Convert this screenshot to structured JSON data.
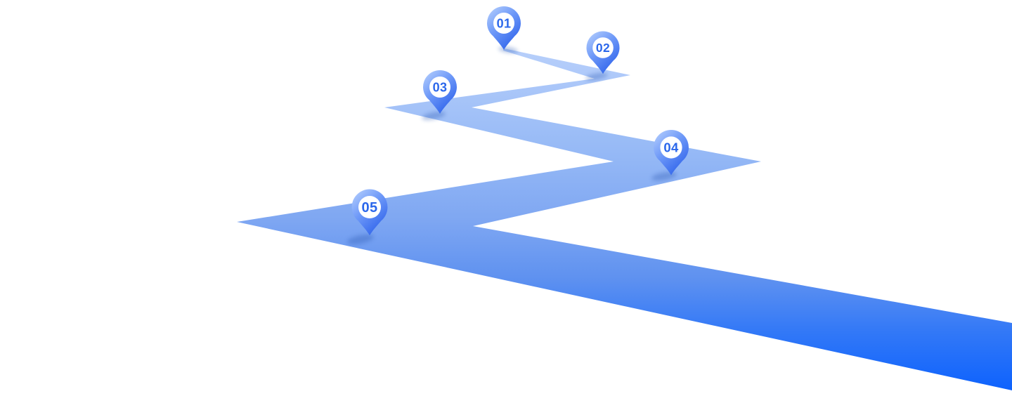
{
  "figure": {
    "type": "zigzag-roadmap",
    "milestones": [
      {
        "label": "01"
      },
      {
        "label": "02"
      },
      {
        "label": "03"
      },
      {
        "label": "04"
      },
      {
        "label": "05"
      }
    ],
    "colors": {
      "background": "#ffffff",
      "road_gradient": [
        "#BAD1FB",
        "#ABC7F9",
        "#97BAF6",
        "#7FA7F2",
        "#5E91F0",
        "#3278F7",
        "#0A60FE"
      ],
      "pin_gradient": [
        "#B4CEFD",
        "#6D98F8",
        "#2A5FEA"
      ],
      "pin_inner_fill": "#FFFFFF",
      "pin_number": "#2B67EB",
      "pin_shadow": "#2F5BB5"
    }
  }
}
